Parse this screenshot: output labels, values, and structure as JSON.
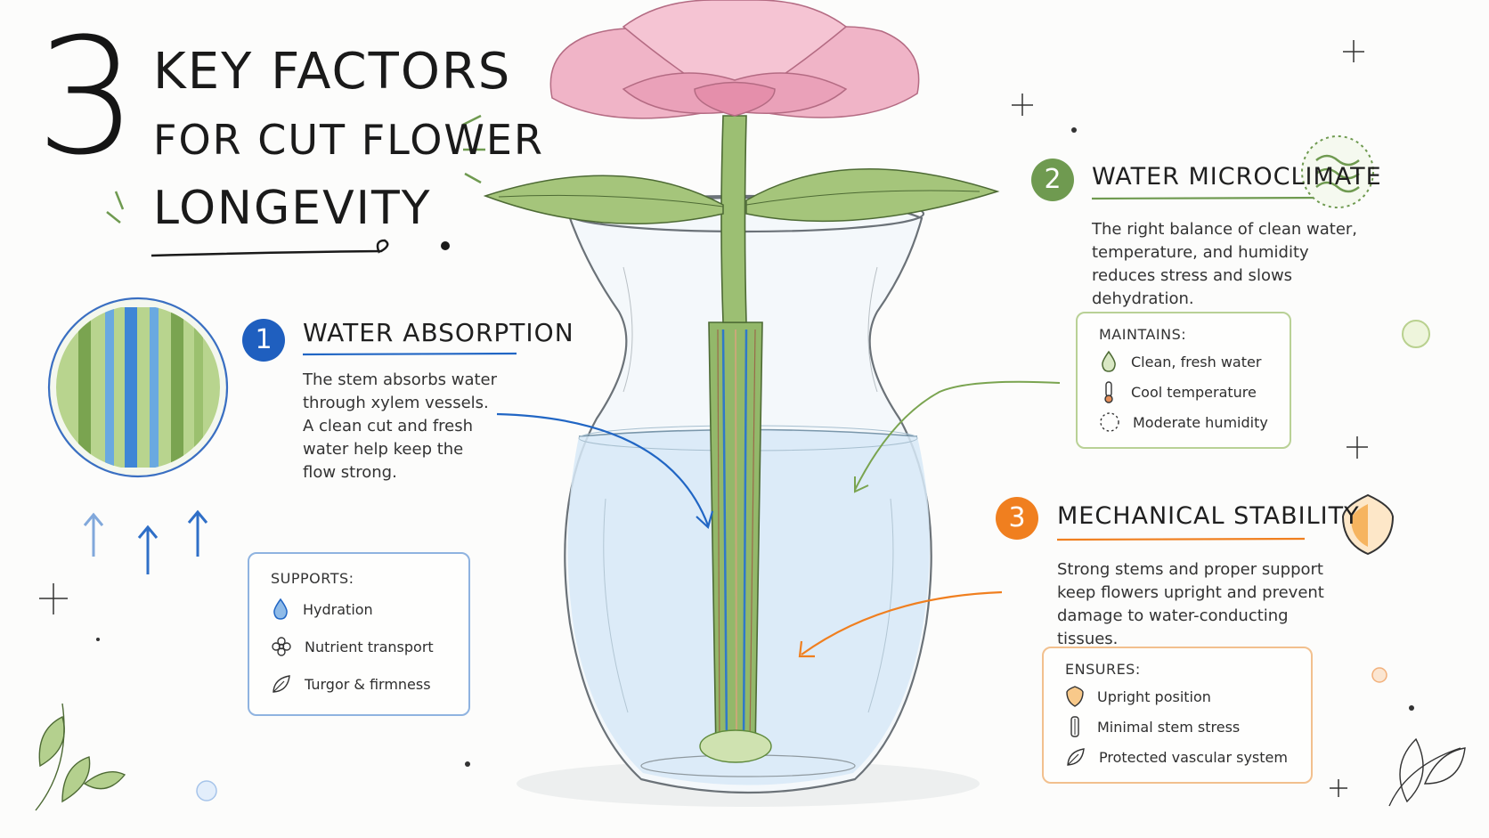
{
  "title": {
    "number": "3",
    "line1": "KEY FACTORS",
    "line2": "FOR CUT FLOWER",
    "line3": "LONGEVITY"
  },
  "colors": {
    "blue": "#1f5fbf",
    "green": "#6f9a50",
    "orange": "#f07f1f",
    "petal": "#f2b3c6",
    "stem": "#7aa450"
  },
  "factor1": {
    "number": "1",
    "heading": "WATER ABSORPTION",
    "description": "The stem absorbs water through xylem vessels. A clean cut and fresh water help keep the flow strong.",
    "card": {
      "title": "SUPPORTS:",
      "items": [
        {
          "icon": "water-drop-icon",
          "label": "Hydration"
        },
        {
          "icon": "flower-icon",
          "label": "Nutrient transport"
        },
        {
          "icon": "leaf-icon",
          "label": "Turgor & firmness"
        }
      ]
    }
  },
  "factor2": {
    "number": "2",
    "heading": "WATER MICROCLIMATE",
    "description": "The right balance of clean water, temperature, and humidity reduces stress and slows dehydration.",
    "card": {
      "title": "MAINTAINS:",
      "items": [
        {
          "icon": "water-drop-icon",
          "label": "Clean, fresh water"
        },
        {
          "icon": "thermometer-icon",
          "label": "Cool temperature"
        },
        {
          "icon": "humidity-icon",
          "label": "Moderate humidity"
        }
      ]
    }
  },
  "factor3": {
    "number": "3",
    "heading": "MECHANICAL STABILITY",
    "description": "Strong stems and proper support keep flowers upright and prevent damage to water-conducting tissues.",
    "card": {
      "title": "ENSURES:",
      "items": [
        {
          "icon": "shield-icon",
          "label": "Upright position"
        },
        {
          "icon": "stem-icon",
          "label": "Minimal stem stress"
        },
        {
          "icon": "leaf-icon",
          "label": "Protected vascular system"
        }
      ]
    }
  }
}
